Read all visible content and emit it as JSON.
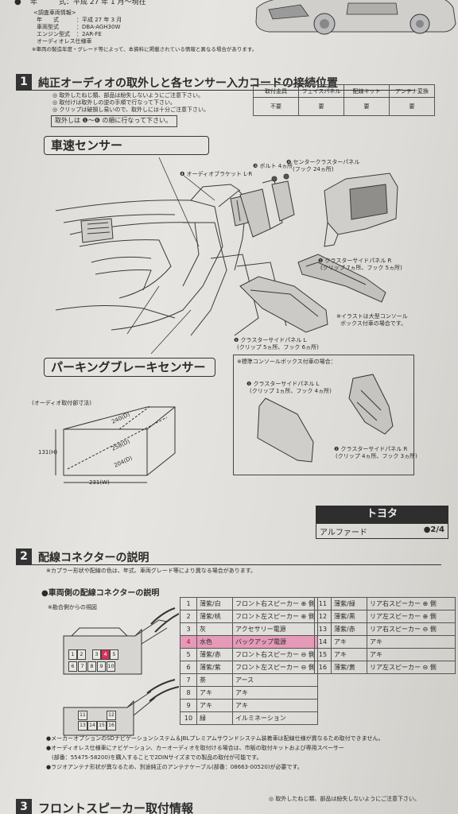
{
  "top": {
    "nen_label": "年",
    "nen_value": "式：平成 27 年 1 月～現在",
    "info_title": "<調査車両情報>",
    "info_rows": [
      {
        "k": "年　　式",
        "v": "：平成 27 年 3 月"
      },
      {
        "k": "車両型式",
        "v": "：DBA-AGH30W"
      },
      {
        "k": "エンジン型式",
        "v": "：2AR-FE"
      },
      {
        "k": "オーディオレス仕様車",
        "v": ""
      }
    ],
    "note": "※車両の製造年度・グレード等によって、本資料に掲載されている情報と異なる場合があります。"
  },
  "section1": {
    "num": "1",
    "title": "純正オーディオの取外しと各センサー入力コードの接続位置",
    "bullets": [
      "◎ 取外したねじ類、部品は紛失しないようにご注意下さい。",
      "◎ 取付けは取外しの逆の手順で行なって下さい。",
      "◎ クリップは破損し易いので、取外しには十分ご注意下さい。"
    ],
    "procedure": "取外しは ❶～❻ の順に行なって下さい。",
    "tools_headers": [
      "取付金具",
      "フェイスパネル",
      "配線キット",
      "アンテナ変換"
    ],
    "tools_values": [
      "不要",
      "要",
      "要",
      "要"
    ],
    "speed_sensor": "車速センサー",
    "parking_sensor": "パーキングブレーキセンサー",
    "labels": {
      "bracket": "❹ オーディオブラケット L·R",
      "bolt": "❸ ボルト 4ヵ所",
      "center_panel": "❷ センタークラスターパネル",
      "center_panel_sub": "(フック 24ヵ所)",
      "side_r": "❶ クラスターサイドパネル R",
      "side_r_sub": "(クリップ 7ヵ所、フック 5ヵ所)",
      "side_r_note": "※イラストは大型コンソール",
      "side_r_note2": "ボックス付車の場合です。",
      "side_l": "❶ クラスターサイドパネル L",
      "side_l_sub": "(クリップ 5ヵ所、フック 6ヵ所)"
    },
    "inset": {
      "title": "※標準コンソールボックス付車の場合：",
      "l_label": "❶ クラスターサイドパネル L",
      "l_sub": "(クリップ 1ヵ所、フック 4ヵ所)",
      "r_label": "❶ クラスターサイドパネル R",
      "r_sub": "(クリップ 4ヵ所、フック 3ヵ所)"
    },
    "dims": {
      "title": "(オーディオ取付部寸法)",
      "d240": "240(D)",
      "d258": "258(D)",
      "d204": "204(D)",
      "h": "131(H)",
      "w": "231(W)"
    }
  },
  "vehicle": {
    "maker": "トヨタ",
    "model": "アルファード",
    "page": "●2/4"
  },
  "section2": {
    "num": "2",
    "title": "配線コネクターの説明",
    "note": "※カプラー形状や配線の色は、年式、車両グレード等により異なる場合があります。",
    "sub_title": "●車両側の配線コネクターの説明",
    "view_note": "※勘合側からの視図",
    "connector_a": [
      "1",
      "2",
      "3",
      "4",
      "5",
      "6",
      "7",
      "8",
      "9",
      "10"
    ],
    "connector_b": [
      "11",
      "12",
      "13",
      "14",
      "15",
      "16"
    ],
    "pins_left": [
      {
        "n": "1",
        "c": "薄紫/白",
        "f": "フロント右スピーカー ⊕ 側"
      },
      {
        "n": "2",
        "c": "薄紫/桃",
        "f": "フロント左スピーカー ⊕ 側"
      },
      {
        "n": "3",
        "c": "灰",
        "f": "アクセサリー電源"
      },
      {
        "n": "4",
        "c": "水色",
        "f": "バックアップ電源"
      },
      {
        "n": "5",
        "c": "薄紫/赤",
        "f": "フロント右スピーカー ⊖ 側"
      },
      {
        "n": "6",
        "c": "薄紫/紫",
        "f": "フロント左スピーカー ⊖ 側"
      },
      {
        "n": "7",
        "c": "茶",
        "f": "アース"
      },
      {
        "n": "8",
        "c": "アキ",
        "f": "アキ"
      },
      {
        "n": "9",
        "c": "アキ",
        "f": "アキ"
      },
      {
        "n": "10",
        "c": "緑",
        "f": "イルミネーション"
      }
    ],
    "pins_right": [
      {
        "n": "11",
        "c": "薄紫/緑",
        "f": "リア右スピーカー ⊕ 側"
      },
      {
        "n": "12",
        "c": "薄紫/黒",
        "f": "リア左スピーカー ⊕ 側"
      },
      {
        "n": "13",
        "c": "薄紫/赤",
        "f": "リア右スピーカー ⊖ 側"
      },
      {
        "n": "14",
        "c": "アキ",
        "f": "アキ"
      },
      {
        "n": "15",
        "c": "アキ",
        "f": "アキ"
      },
      {
        "n": "16",
        "c": "薄紫/黄",
        "f": "リア左スピーカー ⊖ 側"
      }
    ],
    "footnotes": [
      "●メーカーオプションのSDナビゲーションシステム＆JBLプレミアムサウンドシステム装着車は配線仕様が異なるため取付できません。",
      "●オーディオレス仕様車にナビゲーション、カーオーディオを取付ける場合は、市販の取付キットおよび専用スペーサー",
      "　(部番：55475-58200)を購入することで2DINサイズまでの製品の取付が可能です。",
      "●ラジオアンテナ形状が異なるため、別途純正のアンテナケーブル(部番：08663-00520)が必要です。"
    ]
  },
  "section3": {
    "num": "3",
    "title": "フロントスピーカー取付情報",
    "note": "◎ 取外したねじ類、部品は紛失しないようにご注意下さい。"
  },
  "colors": {
    "highlight": "#e59ab8",
    "pin4": "#d9305a",
    "dark": "#333333"
  }
}
